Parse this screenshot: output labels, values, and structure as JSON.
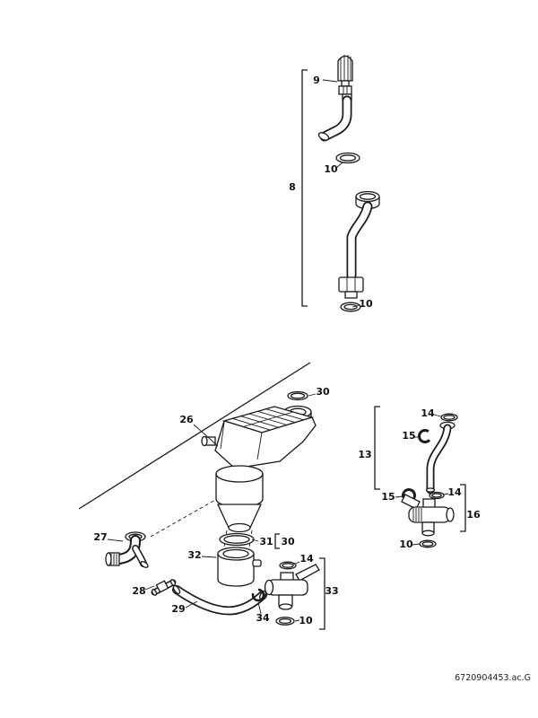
{
  "doc_code": "6720904453.ac.G",
  "colors": {
    "line": "#1a1a1a",
    "background": "#ffffff"
  },
  "labels": {
    "8": "8",
    "9": "9",
    "10": "10",
    "13": "13",
    "14": "14",
    "15": "15",
    "16": "16",
    "26": "26",
    "27": "27",
    "28": "28",
    "29": "29",
    "30": "30",
    "31": "31",
    "32": "32",
    "33": "33",
    "34": "34"
  }
}
